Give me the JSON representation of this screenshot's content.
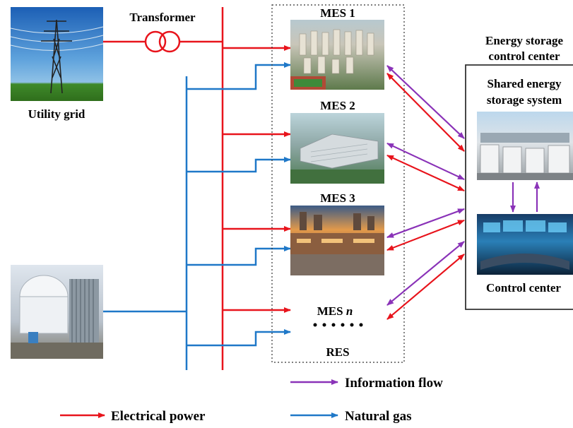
{
  "labels": {
    "transformer": "Transformer",
    "utility_grid": "Utility grid",
    "mes1": "MES 1",
    "mes2": "MES 2",
    "mes3": "MES 3",
    "mesn_prefix": "MES ",
    "mesn_italic": "n",
    "res": "RES",
    "esc_line1": "Energy storage",
    "esc_line2": "control center",
    "sess_line1": "Shared energy",
    "sess_line2": "storage system",
    "control_center": "Control center"
  },
  "legend": {
    "information_flow": "Information flow",
    "electrical_power": "Electrical power",
    "natural_gas": "Natural gas"
  },
  "colors": {
    "electrical": "#e8141c",
    "gas": "#1f78c8",
    "info": "#8a33b8"
  },
  "images": {
    "utility_grid": "transmission-tower-photo",
    "gas_station": "gas-storage-tank-photo",
    "mes1": "residential-district-aerial-photo",
    "mes2": "industrial-park-aerial-photo",
    "mes3": "commercial-district-sunset-photo",
    "storage": "battery-container-array-photo",
    "control": "control-room-photo"
  }
}
